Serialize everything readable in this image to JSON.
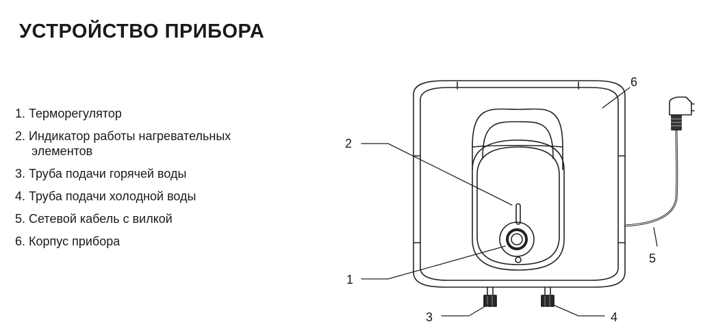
{
  "header": {
    "title": "УСТРОЙСТВО ПРИБОРА"
  },
  "parts": [
    {
      "line1": "1. Терморегулятор",
      "line2": ""
    },
    {
      "line1": "2. Индикатор работы нагревательных",
      "line2": "элементов"
    },
    {
      "line1": "3. Труба подачи горячей воды",
      "line2": ""
    },
    {
      "line1": "4. Труба подачи холодной воды",
      "line2": ""
    },
    {
      "line1": "5. Сетевой кабель с вилкой",
      "line2": ""
    },
    {
      "line1": "6. Корпус прибора",
      "line2": ""
    }
  ],
  "callouts": {
    "thermostat": "1",
    "indicator": "2",
    "hot_pipe": "3",
    "cold_pipe": "4",
    "cable": "5",
    "body": "6"
  }
}
